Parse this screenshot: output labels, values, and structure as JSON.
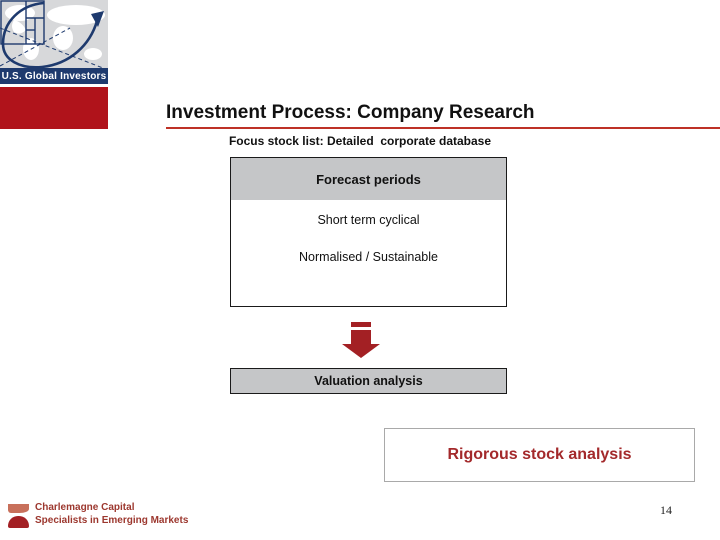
{
  "slide": {
    "title": "Investment Process: Company Research",
    "subtitle": "Focus stock list: Detailed  corporate database",
    "page_number": "14"
  },
  "header_logo": {
    "caption": "U.S. Global Investors"
  },
  "diagram": {
    "forecast_box": {
      "header": "Forecast periods",
      "items": [
        "Short term cyclical",
        "Normalised / Sustainable"
      ]
    },
    "valuation_box": {
      "label": "Valuation analysis"
    },
    "result_box": {
      "label": "Rigorous stock analysis"
    },
    "flow_arrow_icon": "striped-down-arrow"
  },
  "footer": {
    "company": "Charlemagne Capital",
    "tagline": "Specialists in Emerging Markets"
  },
  "colors": {
    "accent_red_block": "#B0131B",
    "title_rule_red": "#BE3126",
    "arrow_red": "#A32024",
    "navy": "#1E3A6E",
    "box_gray": "#C5C6C8",
    "result_text_red": "#A3292B",
    "footer_text_red": "#9C372E"
  }
}
